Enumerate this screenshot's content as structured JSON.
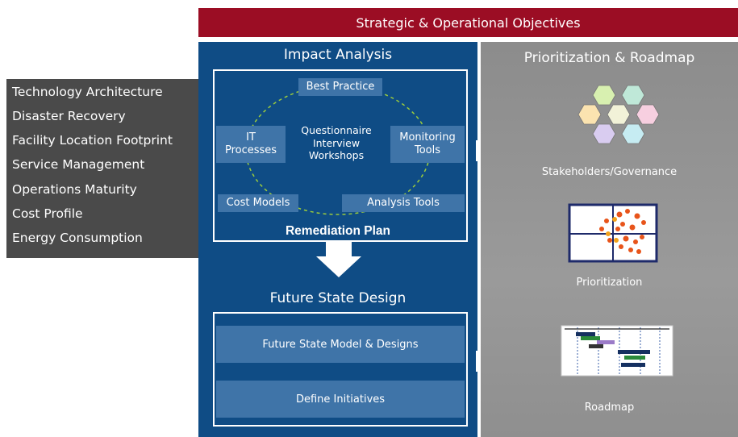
{
  "banner": {
    "title": "Strategic & Operational Objectives"
  },
  "left_list": {
    "items": [
      "Technology Architecture",
      "Disaster Recovery",
      "Facility Location Footprint",
      "Service Management",
      "Operations Maturity",
      "Cost Profile",
      "Energy Consumption"
    ]
  },
  "impact": {
    "title": "Impact Analysis",
    "best_practice": "Best Practice",
    "it_processes": "IT\nProcesses",
    "monitoring_tools": "Monitoring\nTools",
    "center": "Questionnaire\nInterview\nWorkshops",
    "cost_models": "Cost Models",
    "analysis_tools": "Analysis Tools",
    "remediation": "Remediation Plan"
  },
  "future": {
    "title": "Future State Design",
    "model": "Future State Model & Designs",
    "initiatives": "Define Initiatives"
  },
  "right": {
    "title": "Prioritization & Roadmap",
    "stakeholders": "Stakeholders/Governance",
    "prioritization": "Prioritization",
    "roadmap": "Roadmap"
  },
  "colors": {
    "banner": "#9b0d24",
    "blue": "#0f4c85",
    "label_blue": "#3f74a8",
    "grey": "#8f8f8f",
    "dark": "#4a4a4a"
  }
}
